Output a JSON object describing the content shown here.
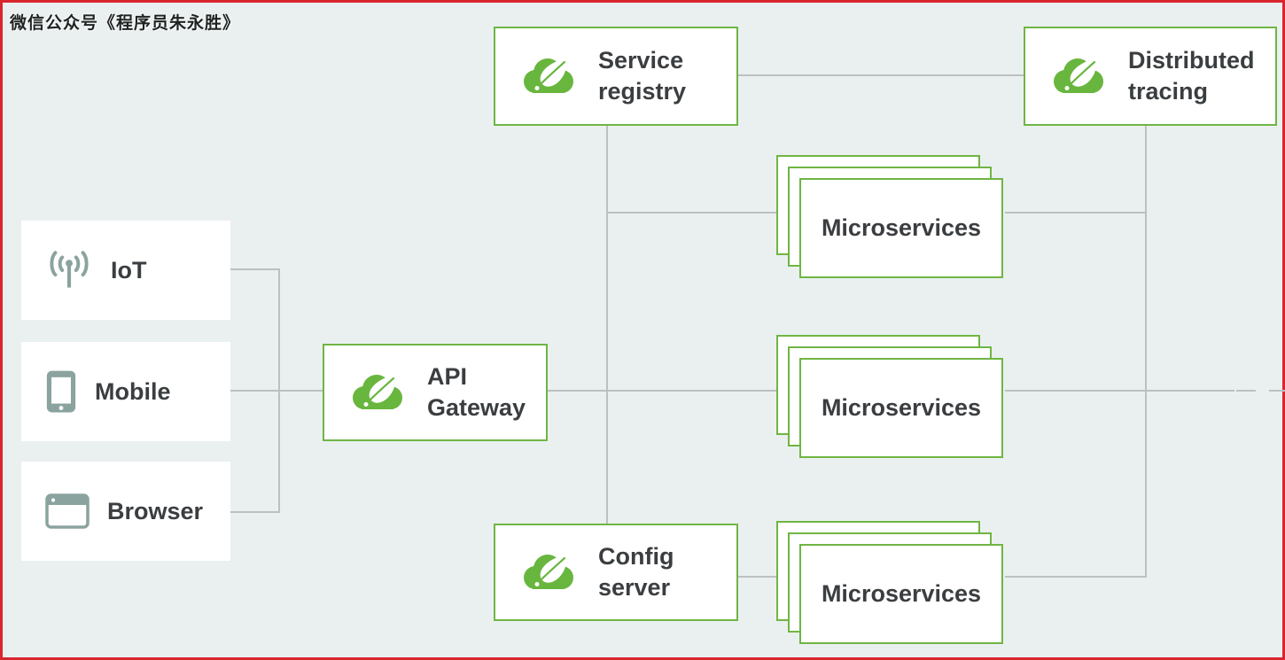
{
  "watermark": "微信公众号《程序员朱永胜》",
  "colors": {
    "canvas_background": "#eaf0f0",
    "frame_border_red": "#d9262e",
    "node_border_green": "#6fb543",
    "spring_logo_green": "#68b63e",
    "connector_gray": "#bcc0c2",
    "client_icon_gray": "#8ba39e",
    "label_text": "#3b3e40"
  },
  "nodes": {
    "service_registry": {
      "line1": "Service",
      "line2": "registry",
      "icon": "spring-cloud-logo"
    },
    "distributed_tracing": {
      "line1": "Distributed",
      "line2": "tracing",
      "icon": "spring-cloud-logo"
    },
    "api_gateway": {
      "line1": "API",
      "line2": "Gateway",
      "icon": "spring-cloud-logo"
    },
    "config_server": {
      "line1": "Config",
      "line2": "server",
      "icon": "spring-cloud-logo"
    },
    "microservices": {
      "label": "Microservices",
      "stacks": 3,
      "layers_per_stack": 3
    }
  },
  "clients": {
    "iot": {
      "label": "IoT",
      "icon": "antenna-signal"
    },
    "mobile": {
      "label": "Mobile",
      "icon": "smartphone"
    },
    "browser": {
      "label": "Browser",
      "icon": "browser-window"
    }
  }
}
